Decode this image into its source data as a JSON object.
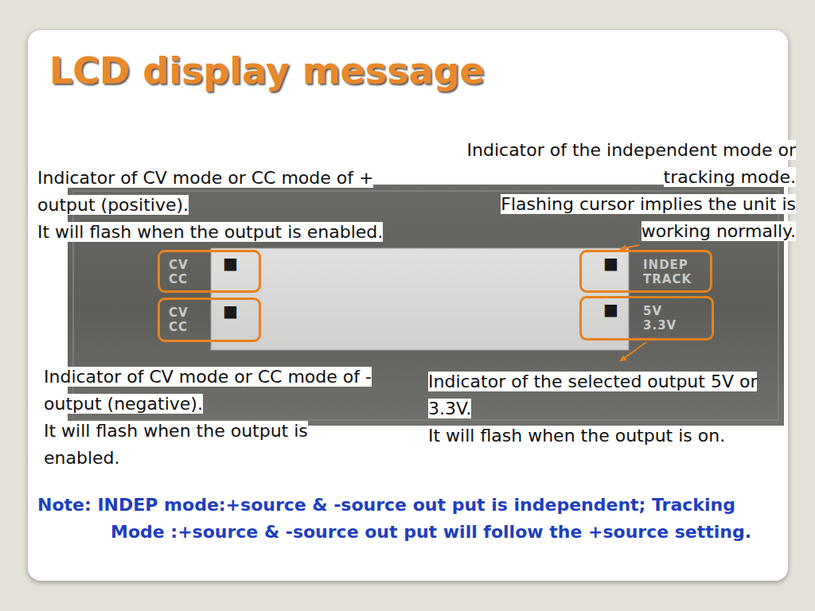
{
  "diagram": {
    "title": "LCD display message",
    "nodes": [
      {
        "text": [
          "CV",
          "CC",
          "■"
        ]
      },
      {
        "text": [
          "CV",
          "CC",
          "■"
        ]
      },
      {
        "text": [
          "■",
          "INDEP",
          "TRACK"
        ]
      },
      {
        "text": [
          "■",
          "5V",
          "3.3V"
        ]
      }
    ],
    "labels": [
      "Indicator of CV mode or CC mode of + output (positive).",
      "It will flash when the output is enabled.",
      "Indicator of the independent mode or tracking mode.",
      "Flashing cursor implies the unit is working normally.",
      "Indicator of CV mode or CC mode of - output (negative).",
      "It will flash when the output is enabled.",
      "Indicator of the selected output 5V or 3.3V.",
      "It will flash when the output is on.",
      "Note: INDEP mode:+source & -source out put is independent; Tracking Mode :+source & -source out put will follow the +source setting."
    ]
  }
}
